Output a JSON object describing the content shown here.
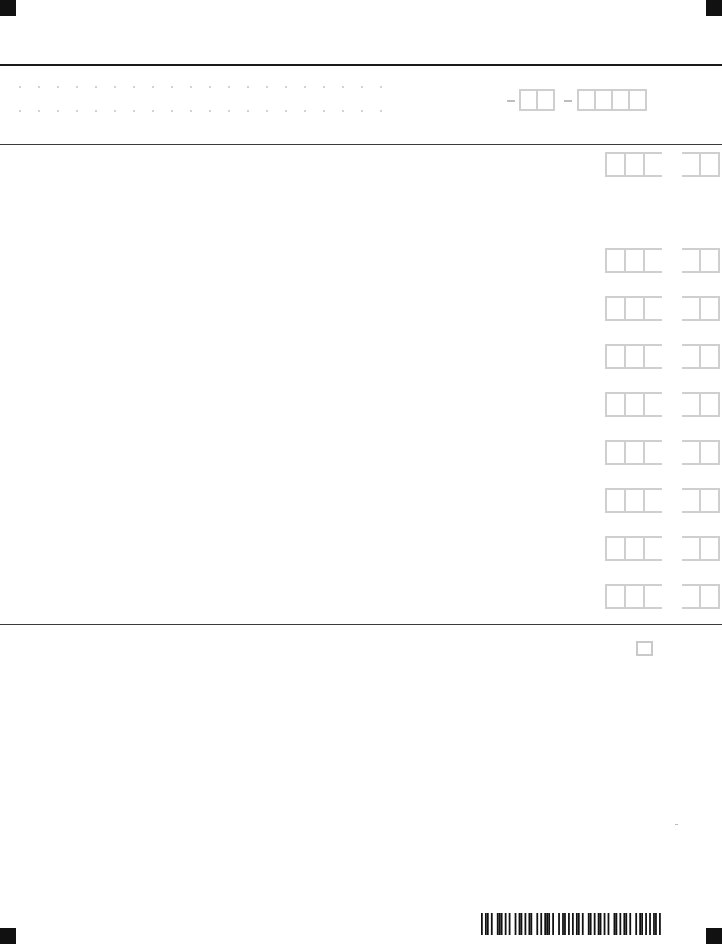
{
  "form": {
    "header_fields": {
      "dot_rows": 2,
      "dots_per_row": 20
    },
    "id_number": {
      "group_sizes": [
        2,
        4
      ]
    },
    "amount_lines": {
      "count": 9,
      "dollar_cells": 3,
      "cent_cells": 2
    },
    "checkbox": {
      "checked": false
    },
    "barcode": {
      "present": true
    },
    "colors": {
      "ink": "#1a1a1a",
      "box_border": "#cfcfcf",
      "corner_mark": "#111111"
    }
  }
}
